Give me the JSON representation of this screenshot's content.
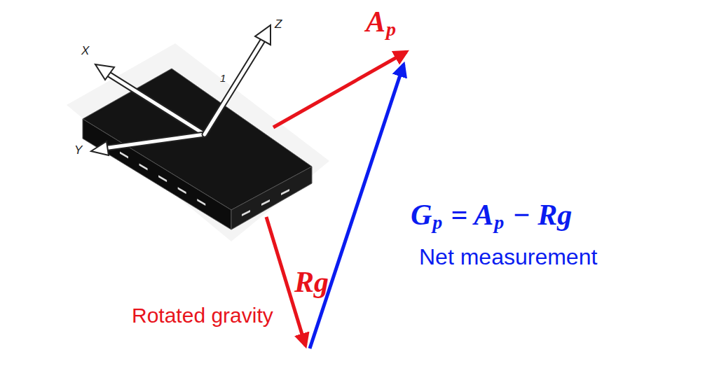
{
  "diagram": {
    "labels": [
      "X",
      "Y",
      "Z",
      "1",
      "A",
      "p",
      "Rg",
      "Rotated gravity",
      "G",
      "p",
      "= A",
      "p",
      "− Rg",
      "Net measurement"
    ]
  }
}
